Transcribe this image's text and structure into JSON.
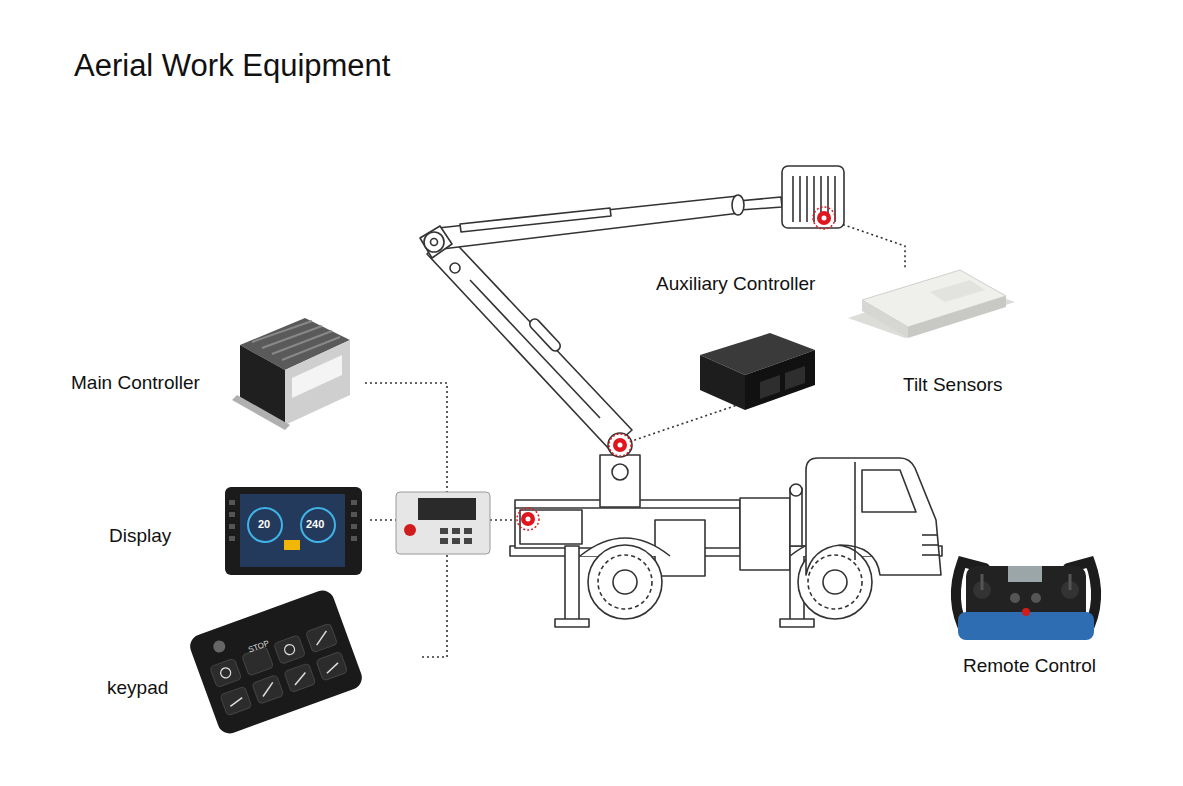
{
  "diagram": {
    "title": "Aerial Work Equipment",
    "labels": [
      "Main Controller",
      "Display",
      "keypad",
      "Auxiliary Controller",
      "Tilt Sensors",
      "Remote Control",
      "20",
      "240",
      "STOP"
    ]
  }
}
